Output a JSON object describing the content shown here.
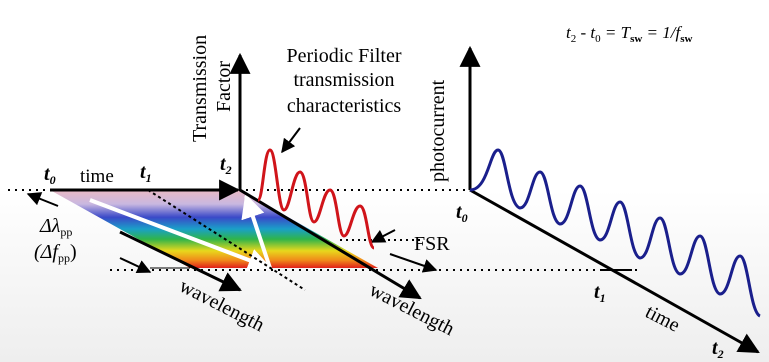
{
  "formula": {
    "lhs": "t",
    "sub2": "2",
    "mid": " - t",
    "sub0": "0",
    "eq": " = T",
    "sw1": "sw",
    "rhs": " = 1/f",
    "sw2": "sw"
  },
  "labels": {
    "t0": "t",
    "t0_sub": "0",
    "time": "time",
    "t1": "t",
    "t1_sub": "1",
    "t2": "t",
    "t2_sub": "2",
    "transmission_line1": "Transmission",
    "transmission_line2": "Factor",
    "filter_line1": "Periodic Filter",
    "filter_line2": "transmission",
    "filter_line3": "characteristics",
    "delta_lambda": "Δλ",
    "delta_lambda_sub": "pp",
    "delta_f_open": "(Δf",
    "delta_f_sub": "pp",
    "delta_f_close": ")",
    "wavelength_left": "wavelength",
    "wavelength_right": "wavelength",
    "fsr": "FSR",
    "photocurrent": "photocurrent",
    "pc_t0": "t",
    "pc_t0_sub": "0",
    "pc_t1": "t",
    "pc_t1_sub": "1",
    "pc_time": "time",
    "pc_t2": "t",
    "pc_t2_sub": "2"
  },
  "colors": {
    "filter_curve": "#d0141a",
    "photocurrent_curve": "#1a1f8c",
    "axes": "#000000"
  }
}
